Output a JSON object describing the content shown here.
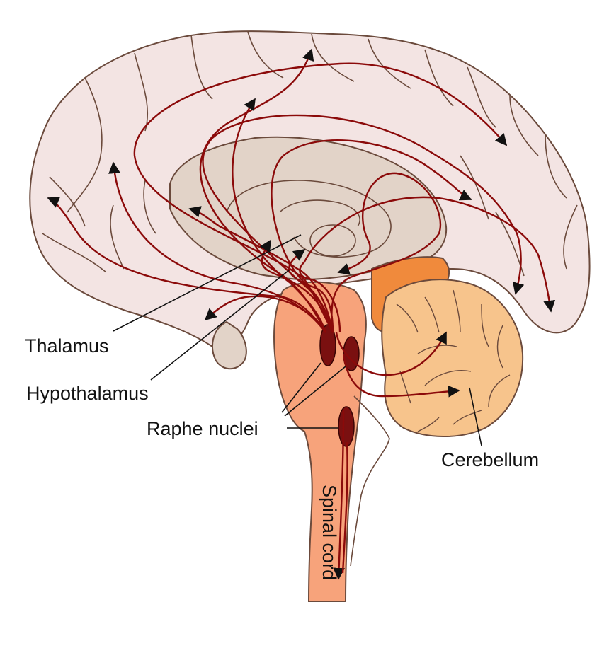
{
  "labels": {
    "thalamus": "Thalamus",
    "hypothalamus": "Hypothalamus",
    "raphe_nuclei": "Raphe nuclei",
    "cerebellum": "Cerebellum",
    "spinal_cord": "Spinal cord"
  },
  "colors": {
    "cortex": "#f3e4e3",
    "cortex_outline": "#6b4a3c",
    "inner_brain": "#e2d3c8",
    "brainstem": "#f7a37b",
    "cerebellum": "#f7c48c",
    "cerebellum_dark": "#f08a3c",
    "pathway": "#8b0a0a",
    "nucleus": "#7a1010"
  }
}
